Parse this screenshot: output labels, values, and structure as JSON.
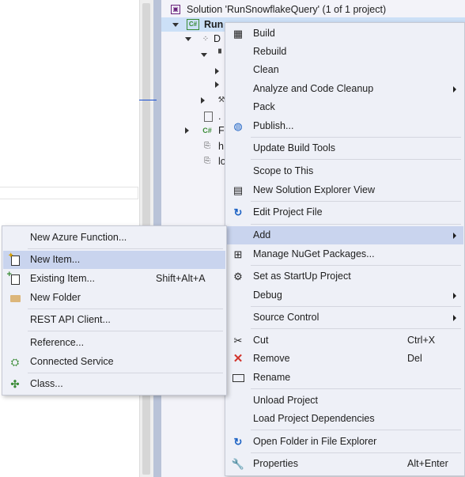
{
  "solution_explorer": {
    "solution_title": "Solution 'RunSnowflakeQuery' (1 of 1 project)",
    "project_label": "Run",
    "project_badge": "C#",
    "tree_rows": [
      {
        "label": "D"
      },
      {
        "label": "."
      },
      {
        "label": "F"
      },
      {
        "label": "h"
      },
      {
        "label": "lo"
      }
    ]
  },
  "context_menu": {
    "items": [
      {
        "label": "Build",
        "icon": "build-icon"
      },
      {
        "label": "Rebuild"
      },
      {
        "label": "Clean"
      },
      {
        "label": "Analyze and Code Cleanup",
        "submenu": true
      },
      {
        "label": "Pack"
      },
      {
        "label": "Publish...",
        "icon": "globe-icon"
      },
      {
        "label": "Update Build Tools"
      },
      {
        "label": "Scope to This"
      },
      {
        "label": "New Solution Explorer View",
        "icon": "window-icon"
      },
      {
        "label": "Edit Project File",
        "icon": "refresh-icon"
      },
      {
        "label": "Add",
        "submenu": true,
        "highlighted": true
      },
      {
        "label": "Manage NuGet Packages...",
        "icon": "nuget-icon"
      },
      {
        "label": "Set as StartUp Project",
        "icon": "gear-icon"
      },
      {
        "label": "Debug",
        "submenu": true
      },
      {
        "label": "Source Control",
        "submenu": true
      },
      {
        "label": "Cut",
        "icon": "scissors-icon",
        "shortcut": "Ctrl+X"
      },
      {
        "label": "Remove",
        "icon": "remove-x-icon",
        "shortcut": "Del"
      },
      {
        "label": "Rename",
        "icon": "rename-icon"
      },
      {
        "label": "Unload Project"
      },
      {
        "label": "Load Project Dependencies"
      },
      {
        "label": "Open Folder in File Explorer",
        "icon": "refresh-icon"
      },
      {
        "label": "Properties",
        "icon": "wrench-icon",
        "shortcut": "Alt+Enter"
      }
    ]
  },
  "add_submenu": {
    "items": [
      {
        "label": "New Azure Function..."
      },
      {
        "label": "New Item...",
        "icon": "new-item-icon",
        "highlighted": true
      },
      {
        "label": "Existing Item...",
        "icon": "existing-item-icon",
        "shortcut": "Shift+Alt+A"
      },
      {
        "label": "New Folder",
        "icon": "folder-icon"
      },
      {
        "label": "REST API Client..."
      },
      {
        "label": "Reference..."
      },
      {
        "label": "Connected Service",
        "icon": "connected-service-icon"
      },
      {
        "label": "Class...",
        "icon": "class-icon"
      }
    ]
  },
  "colors": {
    "menu_background": "#eef0f7",
    "highlight": "#c9d4ee",
    "remove_icon": "#d1342c",
    "accent_blue": "#1c62c4"
  }
}
